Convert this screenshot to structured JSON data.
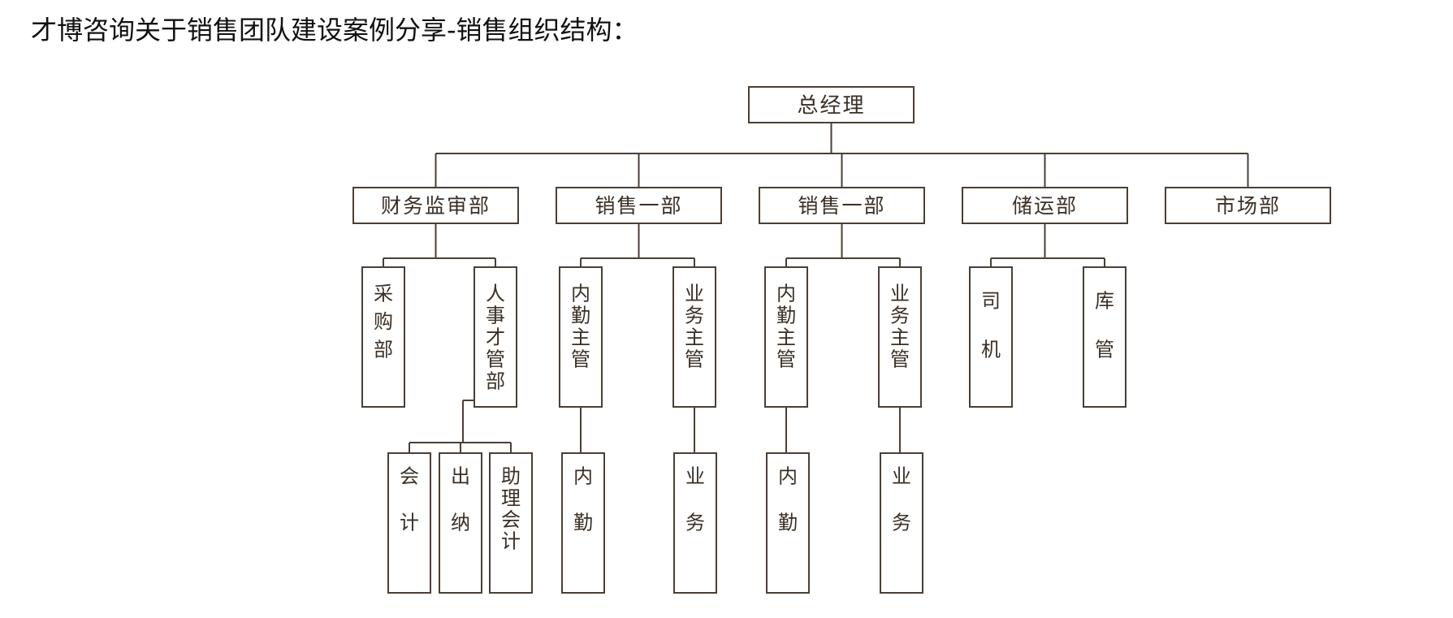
{
  "title": "才博咨询关于销售团队建设案例分享-销售组织结构：",
  "colors": {
    "line": "#4a3f35",
    "text": "#3a2f25"
  },
  "org": {
    "root": "总经理",
    "departments": [
      {
        "label": "财务监审部",
        "children": [
          {
            "label": "采购部",
            "children": []
          },
          {
            "label": "人事才管部",
            "children": [
              {
                "label": "会计"
              },
              {
                "label": "出纳"
              },
              {
                "label": "助理会计"
              }
            ]
          }
        ]
      },
      {
        "label": "销售一部",
        "children": [
          {
            "label": "内勤主管",
            "children": [
              {
                "label": "内勤"
              }
            ]
          },
          {
            "label": "业务主管",
            "children": [
              {
                "label": "业务"
              }
            ]
          }
        ]
      },
      {
        "label": "销售一部",
        "children": [
          {
            "label": "内勤主管",
            "children": [
              {
                "label": "内勤"
              }
            ]
          },
          {
            "label": "业务主管",
            "children": [
              {
                "label": "业务"
              }
            ]
          }
        ]
      },
      {
        "label": "储运部",
        "children": [
          {
            "label": "司机",
            "children": []
          },
          {
            "label": "库管",
            "children": []
          }
        ]
      },
      {
        "label": "市场部",
        "children": []
      }
    ]
  }
}
